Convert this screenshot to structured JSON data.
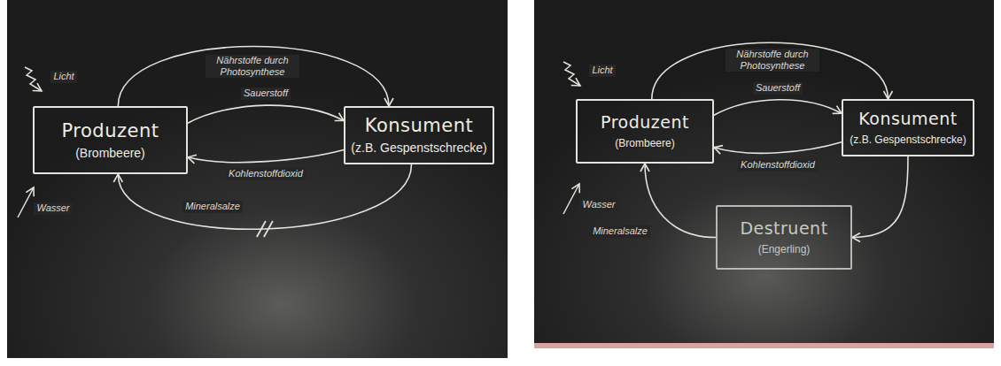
{
  "diagram": {
    "nodes": [
      {
        "text": [
          "Produzent",
          "(Brombeere)"
        ]
      },
      {
        "text": [
          "Konsument",
          "(z.B. Gespenstschrecke)"
        ]
      },
      {
        "text": [
          "Produzent",
          "(Brombeere)"
        ]
      },
      {
        "text": [
          "Konsument",
          "(z.B. Gespenstschrecke)"
        ]
      },
      {
        "text": [
          "Destruent",
          "(Engerling)"
        ]
      }
    ],
    "edges": [
      {
        "from": 0,
        "to": 1,
        "label": "Nährstoffe durch Photosynthese",
        "arrow": "to"
      },
      {
        "from": 0,
        "to": 1,
        "label": "Sauerstoff",
        "arrow": "to"
      },
      {
        "from": 1,
        "to": 0,
        "label": "Kohlenstoffdioxid",
        "arrow": "to"
      },
      {
        "from": 1,
        "to": 0,
        "label": "Mineralsalze",
        "arrow": "to"
      },
      {
        "from": 2,
        "to": 3,
        "label": "Nährstoffe durch Photosynthese",
        "arrow": "to"
      },
      {
        "from": 2,
        "to": 3,
        "label": "Sauerstoff",
        "arrow": "to"
      },
      {
        "from": 3,
        "to": 2,
        "label": "Kohlenstoffdioxid",
        "arrow": "to"
      },
      {
        "from": 3,
        "to": 4,
        "arrow": "to"
      },
      {
        "from": 4,
        "to": 2,
        "label": "Mineralsalze",
        "arrow": "to"
      }
    ],
    "labels": [
      "Licht",
      "Wasser",
      "Licht",
      "Wasser"
    ]
  }
}
